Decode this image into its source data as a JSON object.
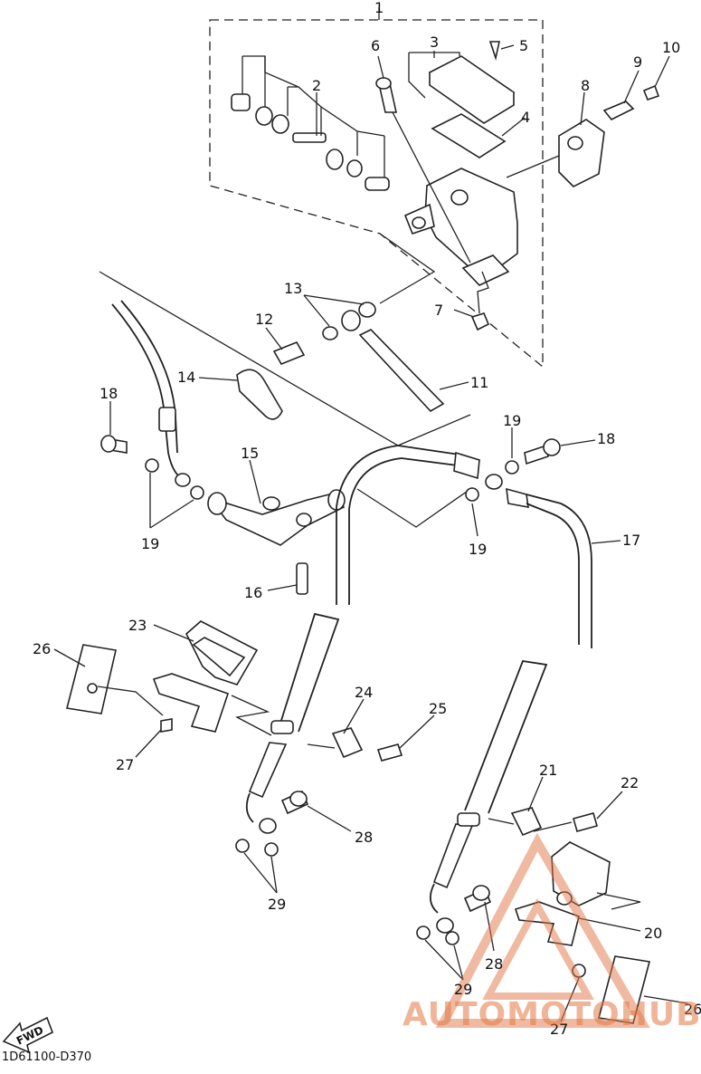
{
  "labels": {
    "l1": "1",
    "l2": "2",
    "l3": "3",
    "l4": "4",
    "l5": "5",
    "l6": "6",
    "l7": "7",
    "l8": "8",
    "l9": "9",
    "l10": "10",
    "l11": "11",
    "l12": "12",
    "l13": "13",
    "l14": "14",
    "l15": "15",
    "l16": "16",
    "l17": "17",
    "l18a": "18",
    "l18b": "18",
    "l19a": "19",
    "l19b": "19",
    "l19c": "19",
    "l20": "20",
    "l21": "21",
    "l22": "22",
    "l23": "23",
    "l24": "24",
    "l25": "25",
    "l26a": "26",
    "l26b": "26",
    "l27a": "27",
    "l27b": "27",
    "l28a": "28",
    "l28b": "28",
    "l29a": "29",
    "l29b": "29"
  },
  "fwd_label": "FWD",
  "diagram_code": "1D61100-D370",
  "watermark": "AUTOMOTOHUB",
  "colors": {
    "line": "#222222",
    "watermark": "#e07846"
  }
}
